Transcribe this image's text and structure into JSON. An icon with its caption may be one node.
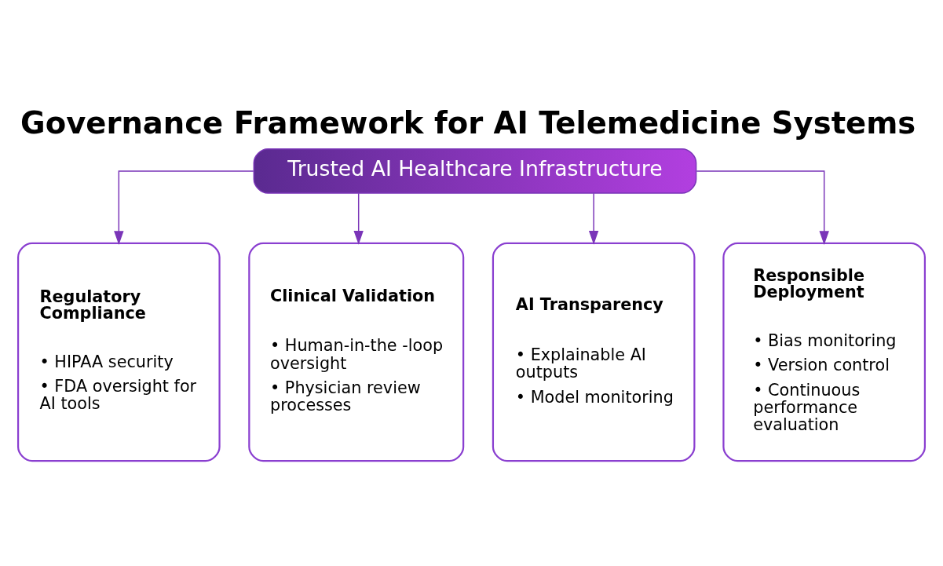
{
  "diagram": {
    "title": "Governance Framework for AI Telemedicine Systems",
    "nodes": [
      {
        "text": [
          "Trusted AI Healthcare Infrastructure"
        ]
      },
      {
        "text": [
          "Regulatory Compliance",
          "• HIPAA security",
          "• FDA oversight for AI tools"
        ]
      },
      {
        "text": [
          "Clinical Validation",
          "• Human-in-the -loop oversight",
          "• Physician review processes"
        ]
      },
      {
        "text": [
          "AI Transparency",
          "• Explainable AI outputs",
          "• Model monitoring"
        ]
      },
      {
        "text": [
          "Responsible Deployment",
          "• Bias monitoring",
          "• Version control",
          "• Continuous performance evaluation"
        ]
      }
    ],
    "edges": [
      {
        "from": 0,
        "to": 1,
        "arrow": "to"
      },
      {
        "from": 0,
        "to": 2,
        "arrow": "to"
      },
      {
        "from": 0,
        "to": 3,
        "arrow": "to"
      },
      {
        "from": 0,
        "to": 4,
        "arrow": "to"
      }
    ]
  }
}
